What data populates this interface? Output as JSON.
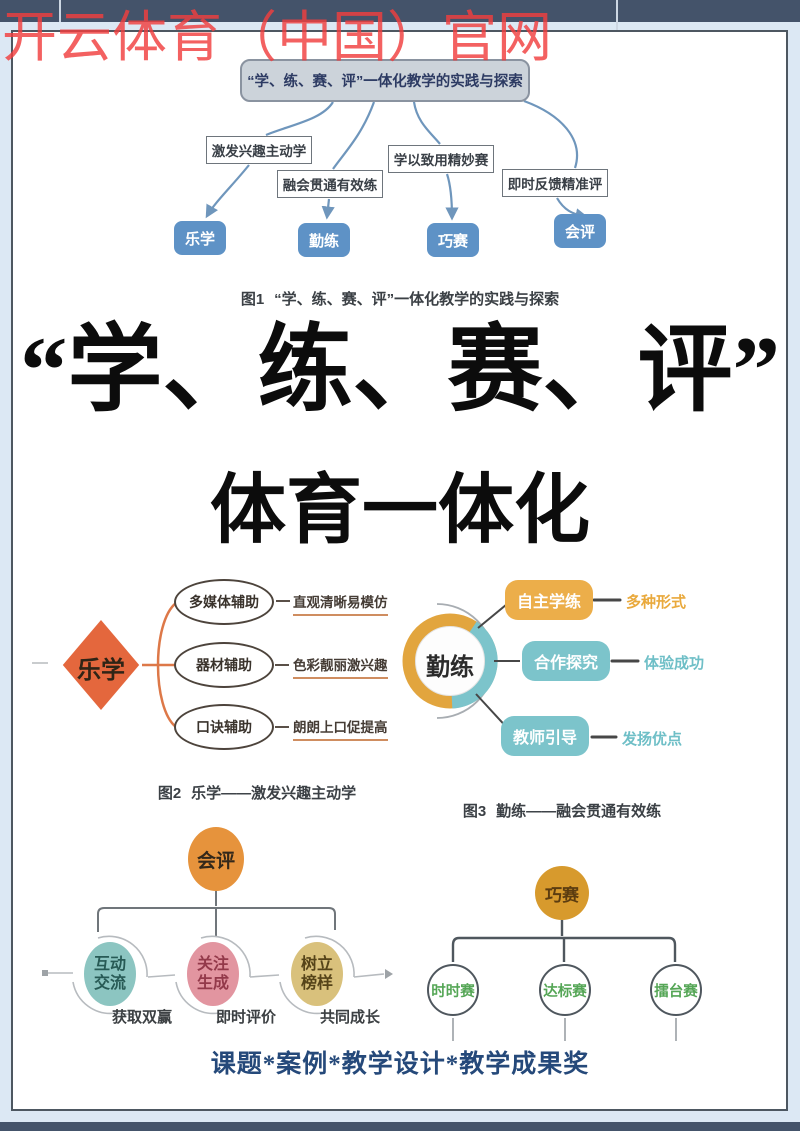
{
  "watermark": "开云体育（中国）官网",
  "fig1": {
    "root": "“学、练、赛、评”一体化教学的实践与探索",
    "branches": [
      "激发兴趣主动学",
      "融会贯通有效练",
      "学以致用精妙赛",
      "即时反馈精准评"
    ],
    "nodes": [
      "乐学",
      "勤练",
      "巧赛",
      "会评"
    ],
    "caption_label": "图1",
    "caption_text": "“学、练、赛、评”一体化教学的实践与探索"
  },
  "title": {
    "line1": "“学、练、赛、评”",
    "line2": "体育一体化"
  },
  "fig2": {
    "center": "乐学",
    "items": [
      {
        "node": "多媒体辅助",
        "desc": "直观清晰易模仿"
      },
      {
        "node": "器材辅助",
        "desc": "色彩靓丽激兴趣"
      },
      {
        "node": "口诀辅助",
        "desc": "朗朗上口促提高"
      }
    ],
    "caption_label": "图2",
    "caption_text": "乐学——激发兴趣主动学"
  },
  "fig3": {
    "center": "勤练",
    "items": [
      {
        "node": "自主学练",
        "desc": "多种形式"
      },
      {
        "node": "合作探究",
        "desc": "体验成功"
      },
      {
        "node": "教师引导",
        "desc": "发扬优点"
      }
    ],
    "caption_label": "图3",
    "caption_text": "勤练——融会贯通有效练"
  },
  "fig4": {
    "center": "会评",
    "items": [
      {
        "line1": "互动",
        "line2": "交流",
        "desc": "获取双赢"
      },
      {
        "line1": "关注",
        "line2": "生成",
        "desc": "即时评价"
      },
      {
        "line1": "树立",
        "line2": "榜样",
        "desc": "共同成长"
      }
    ]
  },
  "fig5": {
    "center": "巧赛",
    "items": [
      "时时赛",
      "达标赛",
      "擂台赛"
    ]
  },
  "footer": "课题*案例*教学设计*教学成果奖",
  "colors": {
    "frame_dark": "#44536a",
    "page_blue": "#dce8f4",
    "watermark_red": "#f03e3e",
    "flow_blue": "#5e92c6",
    "arrow_blue": "#6f96bc",
    "diamond_orange": "#e4673d",
    "brace_orange": "#dd7848",
    "ring_gold": "#e2a53e",
    "ring_teal": "#7cc4cb",
    "box_gold": "#ecae4a",
    "huiping_orange": "#e6933c",
    "teal_circle": "#8cc5c1",
    "pink_circle": "#e295a0",
    "tan_circle": "#d9c17c",
    "qiaosai_gold": "#d79a2d",
    "green_text": "#55a656",
    "footer_navy": "#25497a"
  }
}
